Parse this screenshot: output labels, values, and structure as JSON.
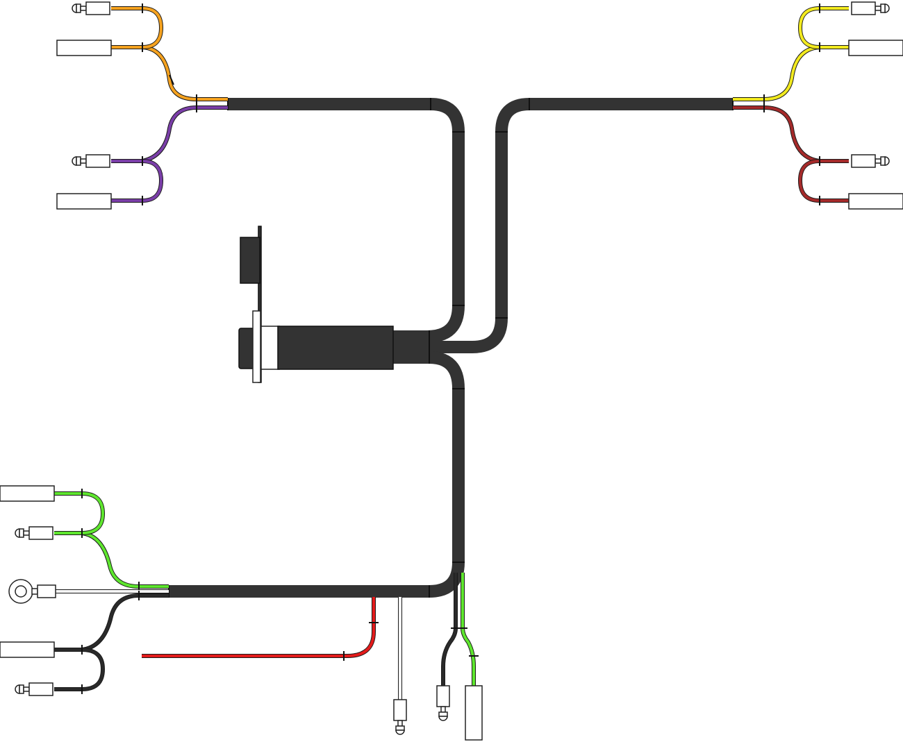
{
  "diagram": {
    "title": "",
    "colors": {
      "background": "#ffffff",
      "sheath": "#333333",
      "sheath_edge": "#111111",
      "connector_fill": "#ffffff",
      "connector_stroke": "#222222",
      "orange": "#f5a21f",
      "purple": "#7a3ea8",
      "yellow": "#f2ea1f",
      "darkred": "#a52a2a",
      "green": "#5ee62e",
      "red": "#e31b1b",
      "white_wire": "#f4f4f4",
      "black_wire": "#2a2a2a"
    },
    "components": [
      "main-junction-sleeve",
      "bulkhead-plug",
      "mounting-flange",
      "trunk-upper-left",
      "trunk-upper-right",
      "trunk-lower",
      "branch-lower-left"
    ],
    "wire_groups": [
      {
        "id": "orange-pair",
        "color": "orange",
        "terminals": [
          "bullet-male",
          "spade-female"
        ]
      },
      {
        "id": "purple-pair",
        "color": "purple",
        "terminals": [
          "bullet-male",
          "spade-female"
        ]
      },
      {
        "id": "yellow-pair",
        "color": "yellow",
        "terminals": [
          "bullet-male",
          "spade-female"
        ]
      },
      {
        "id": "darkred-pair",
        "color": "darkred",
        "terminals": [
          "bullet-male",
          "spade-female"
        ]
      },
      {
        "id": "green-pair",
        "color": "green",
        "terminals": [
          "spade-female",
          "bullet-male"
        ]
      },
      {
        "id": "ground-ring",
        "color": "white_wire",
        "terminals": [
          "ring-terminal"
        ]
      },
      {
        "id": "black-pair",
        "color": "black_wire",
        "terminals": [
          "spade-female",
          "bullet-male"
        ]
      },
      {
        "id": "red-lead",
        "color": "red",
        "terminals": [
          "bare-end"
        ]
      },
      {
        "id": "white-lead",
        "color": "white_wire",
        "terminals": [
          "bullet-male"
        ]
      },
      {
        "id": "black-lead",
        "color": "black_wire",
        "terminals": [
          "bullet-male"
        ]
      },
      {
        "id": "green-lead",
        "color": "green",
        "terminals": [
          "spade-female"
        ]
      }
    ]
  }
}
